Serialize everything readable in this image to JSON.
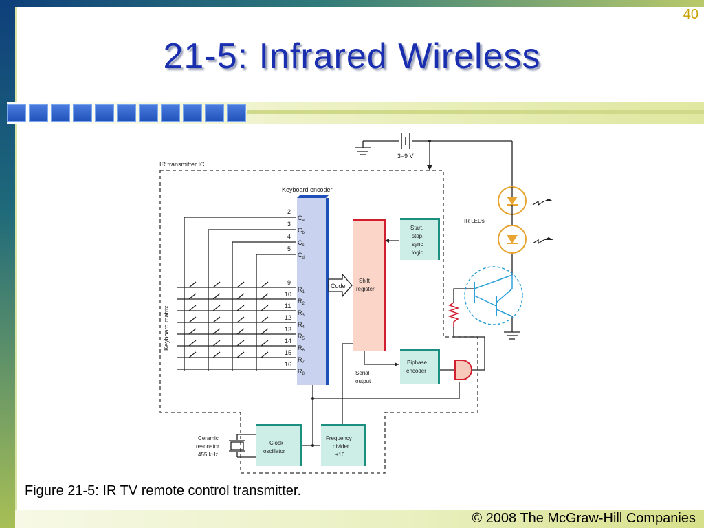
{
  "page_number": "40",
  "title": "21-5: Infrared Wireless",
  "caption": "Figure 21-5: IR TV remote control transmitter.",
  "copyright": "© 2008 The McGraw-Hill Companies",
  "diagram": {
    "battery_label": "3–9 V",
    "ic_label": "IR transmitter IC",
    "encoder_label": "Keyboard encoder",
    "matrix_label": "Keyboard matrix",
    "code_label": "Code",
    "shift_register": [
      "Shift",
      "register"
    ],
    "start_logic": [
      "Start,",
      "stop,",
      "sync",
      "logic"
    ],
    "ir_leds_label": "IR LEDs",
    "biphase": [
      "Biphase",
      "encoder"
    ],
    "serial_output": [
      "Serial",
      "output"
    ],
    "clock": [
      "Clock",
      "oscillator"
    ],
    "freq_divider": [
      "Frequency",
      "divider",
      "÷16"
    ],
    "ceramic": [
      "Ceramic",
      "resonator",
      "455 kHz"
    ],
    "column_pins": [
      {
        "num": "2",
        "name": "C",
        "sub": "a"
      },
      {
        "num": "3",
        "name": "C",
        "sub": "b"
      },
      {
        "num": "4",
        "name": "C",
        "sub": "c"
      },
      {
        "num": "5",
        "name": "C",
        "sub": "d"
      }
    ],
    "row_pins": [
      {
        "num": "9",
        "name": "R",
        "sub": "1"
      },
      {
        "num": "10",
        "name": "R",
        "sub": "2"
      },
      {
        "num": "11",
        "name": "R",
        "sub": "3"
      },
      {
        "num": "12",
        "name": "R",
        "sub": "4"
      },
      {
        "num": "13",
        "name": "R",
        "sub": "5"
      },
      {
        "num": "14",
        "name": "R",
        "sub": "6"
      },
      {
        "num": "15",
        "name": "R",
        "sub": "7"
      },
      {
        "num": "16",
        "name": "R",
        "sub": "8"
      }
    ],
    "colors": {
      "ic_dash": "#333333",
      "encoder_fill": "#c9d3ef",
      "encoder_edge": "#1f4fb8",
      "shift_fill": "#fbd5c8",
      "shift_edge": "#d21f2f",
      "teal_fill": "#cdeee7",
      "teal_edge": "#1c8f80",
      "led": "#e8a430",
      "transistor": "#2aa0d8"
    }
  }
}
